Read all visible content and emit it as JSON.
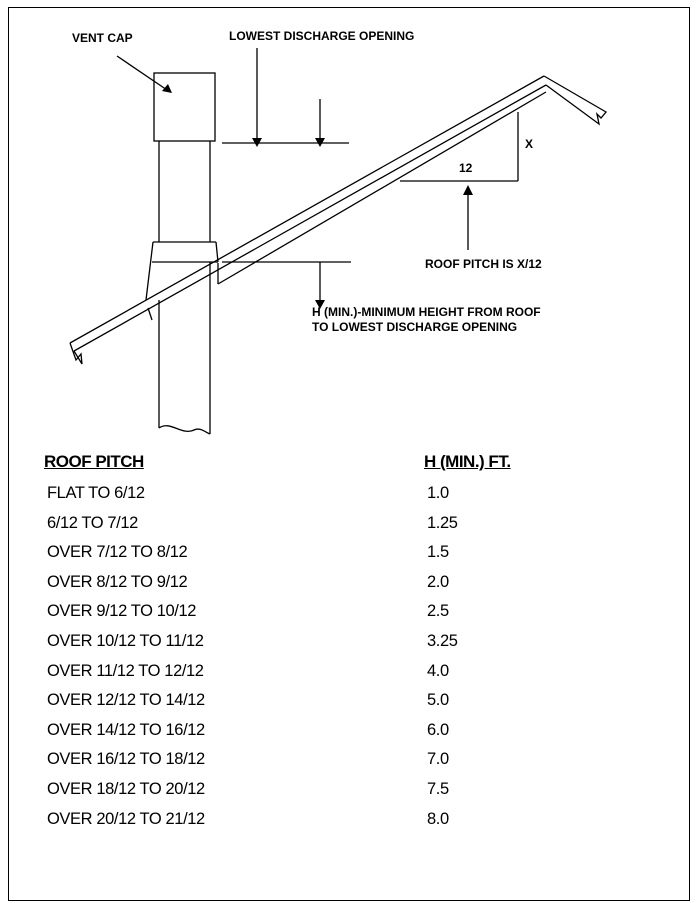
{
  "labels": {
    "vent_cap": "VENT CAP",
    "lowest_discharge": "LOWEST DISCHARGE OPENING",
    "x": "X",
    "twelve": "12",
    "roof_pitch_is": "ROOF PITCH IS X/12",
    "h_min_line1": "H (MIN.)-MINIMUM HEIGHT FROM ROOF",
    "h_min_line2": "TO LOWEST DISCHARGE OPENING"
  },
  "table": {
    "headers": {
      "pitch": "ROOF PITCH",
      "height": "H (MIN.) FT."
    },
    "rows": [
      {
        "pitch": "FLAT TO 6/12",
        "height": "1.0"
      },
      {
        "pitch": "6/12 TO 7/12",
        "height": "1.25"
      },
      {
        "pitch": "OVER 7/12 TO 8/12",
        "height": "1.5"
      },
      {
        "pitch": "OVER 8/12 TO 9/12",
        "height": "2.0"
      },
      {
        "pitch": "OVER 9/12 TO 10/12",
        "height": "2.5"
      },
      {
        "pitch": "OVER 10/12 TO 11/12",
        "height": "3.25"
      },
      {
        "pitch": "OVER 11/12 TO 12/12",
        "height": "4.0"
      },
      {
        "pitch": "OVER 12/12 TO 14/12",
        "height": "5.0"
      },
      {
        "pitch": "OVER 14/12 TO 16/12",
        "height": "6.0"
      },
      {
        "pitch": "OVER 16/12 TO 18/12",
        "height": "7.0"
      },
      {
        "pitch": "OVER 18/12 TO 20/12",
        "height": "7.5"
      },
      {
        "pitch": "OVER 20/12 TO 21/12",
        "height": "8.0"
      }
    ]
  }
}
